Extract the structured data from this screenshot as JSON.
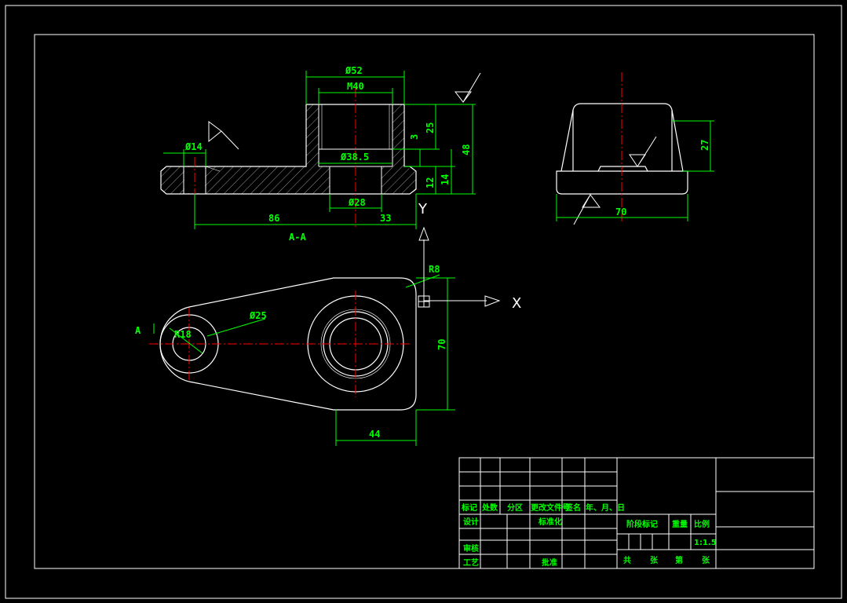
{
  "drawing": {
    "section_label": "A-A",
    "cut_mark": "A",
    "axis_x": "X",
    "axis_y": "Y",
    "scale": "1:1.5"
  },
  "dimensions": {
    "d52": "Ø52",
    "m40": "M40",
    "d14": "Ø14",
    "d38_5": "Ø38.5",
    "d28": "Ø28",
    "l86": "86",
    "l33": "33",
    "h25": "25",
    "h3": "3",
    "h48": "48",
    "h12": "12",
    "h14": "14",
    "w70_side": "70",
    "h27": "27",
    "r8": "R8",
    "r18": "R18",
    "d25": "Ø25",
    "h70_plan": "70",
    "w44": "44"
  },
  "title_block": {
    "row_headers": [
      "标记",
      "处数",
      "分区",
      "更改文件号",
      "签名",
      "年、月、日"
    ],
    "design": "设计",
    "standardization": "标准化",
    "review": "审核",
    "process": "工艺",
    "approve": "批准",
    "stage_mark": "阶段标记",
    "weight": "重量",
    "scale_label": "比例",
    "total": "共",
    "sheets": "张",
    "page": "第",
    "sheet2": "张"
  }
}
